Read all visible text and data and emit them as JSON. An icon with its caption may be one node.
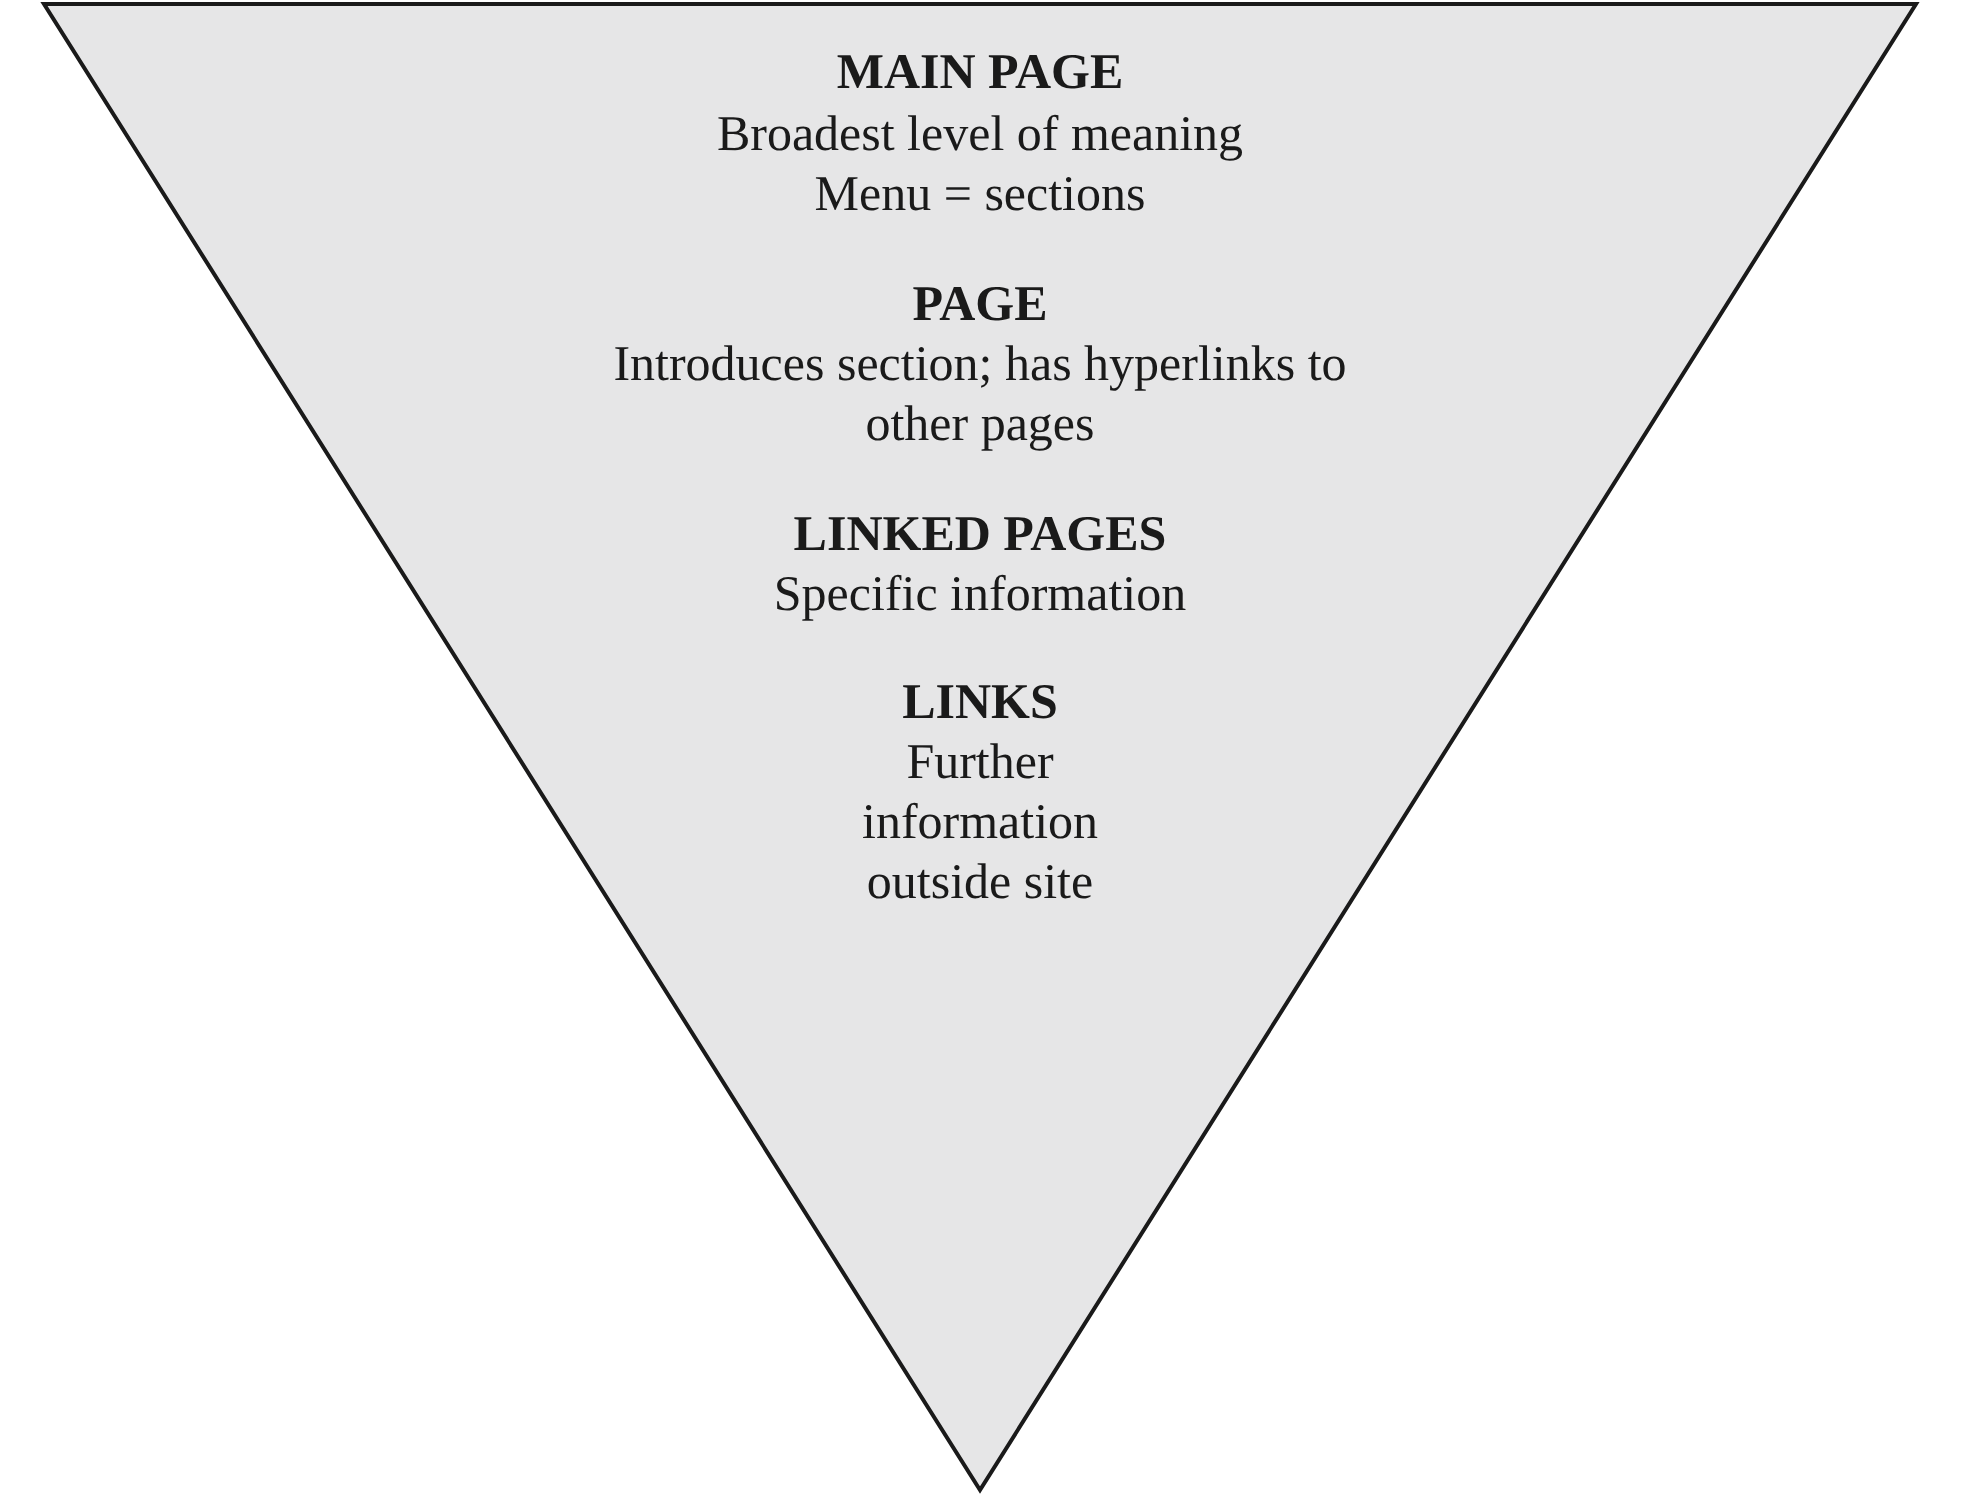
{
  "diagram": {
    "nodes": [
      {
        "text": [
          "MAIN PAGE",
          "Broadest level of meaning",
          "Menu = sections",
          "PAGE",
          "Introduces section; has hyperlinks to other pages",
          "LINKED PAGES",
          "Specific information",
          "LINKS",
          "Further information outside site"
        ]
      }
    ]
  }
}
